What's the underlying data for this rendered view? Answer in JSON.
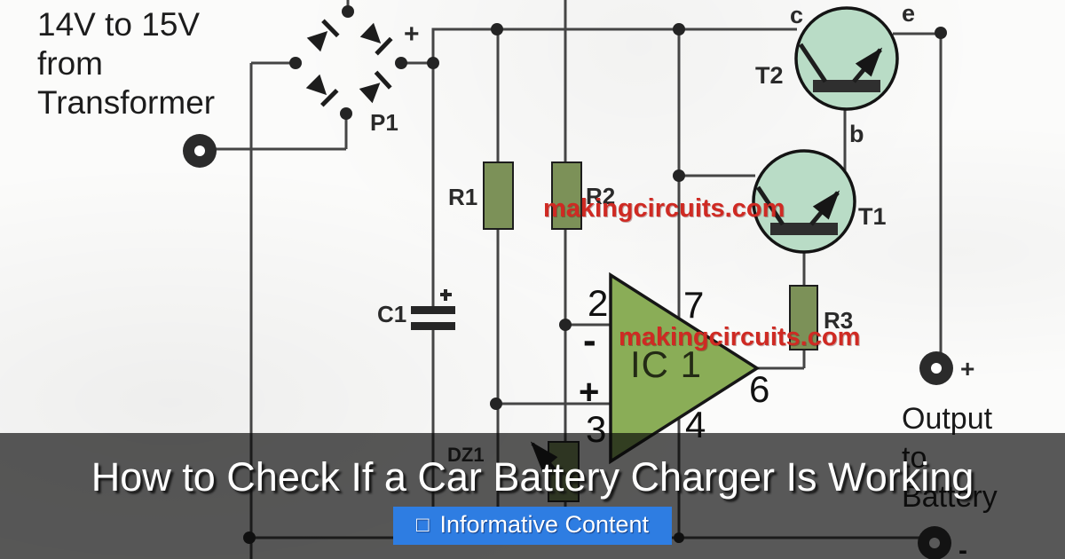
{
  "diagram": {
    "source_note": "14V to 15V\nfrom\nTransformer",
    "watermark": "makingcircuits.com",
    "output_note": "Output\nto\nBattery",
    "components": {
      "bridge": "P1",
      "r1": "R1",
      "r2": "R2",
      "r3": "R3",
      "c1": "C1",
      "t1": "T1",
      "t2": "T2",
      "dz1": "DZ1",
      "ic": "IC 1"
    },
    "ic_pins": {
      "pin2": "2",
      "pin3": "3",
      "pin4": "4",
      "pin6": "6",
      "pin7": "7",
      "inverting": "-",
      "noninverting": "+"
    },
    "transistor_pins": {
      "collector": "c",
      "emitter": "e",
      "base": "b"
    },
    "polarity": {
      "bridge_plus": "+",
      "output_plus": "+",
      "output_minus": "-"
    }
  },
  "overlay": {
    "title": "How to Check If a Car Battery Charger Is Working",
    "badge": {
      "icon": "□",
      "label": "Informative Content"
    }
  },
  "colors": {
    "watermark_red": "#cf2a23",
    "badge_blue": "#2e7de2",
    "resistor_green": "#7c9158",
    "transistor_green": "#b9dcc6",
    "opamp_green": "#8aad57"
  }
}
